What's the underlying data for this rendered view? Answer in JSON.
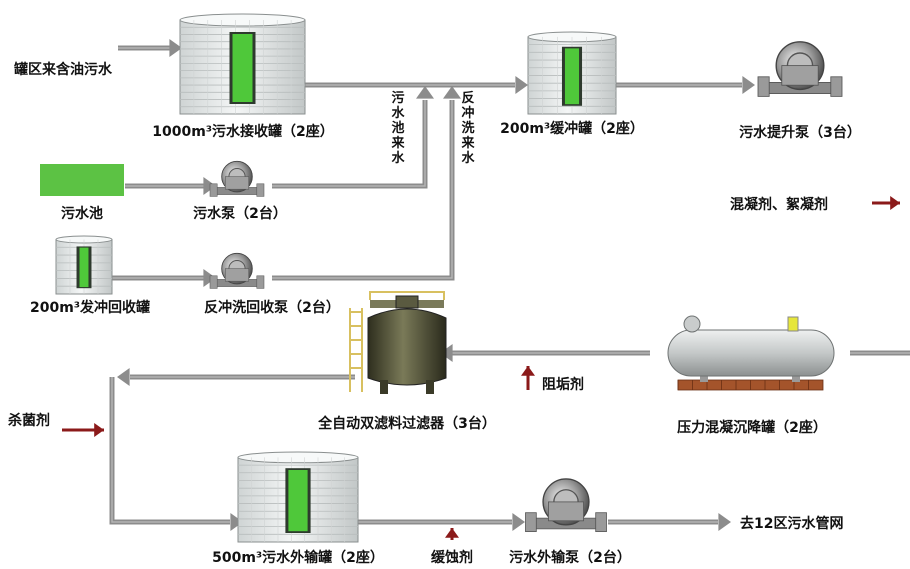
{
  "labels": {
    "source_inflow": "罐区来含油污水",
    "receive_tank": "1000m³污水接收罐（2座）",
    "sewage_pool": "污水池",
    "sewage_pump": "污水泵（2台）",
    "backwash_tank": "200m³发冲回收罐",
    "backwash_pump": "反冲洗回收泵（2台）",
    "buffer_tank": "200m³缓冲罐（2座）",
    "lift_pump": "污水提升泵（3台）",
    "coagulant": "混凝剂、絮凝剂",
    "pressure_tank": "压力混凝沉降罐（2座）",
    "filter": "全自动双滤料过滤器（3台）",
    "scale_inhibitor": "阻垢剂",
    "bactericide": "杀菌剂",
    "export_tank": "500m³污水外输罐（2座）",
    "corrosion_inhibitor": "缓蚀剂",
    "export_pump": "污水外输泵（2台）",
    "destination": "去12区污水管网",
    "pool_inflow_vertical": "污水池来水",
    "backwash_inflow_vertical": "反冲洗来水"
  },
  "colors": {
    "pipe": "#8c8c8c",
    "pipe_dark": "#6e6e6e",
    "chemical_arrow": "#8b1a1a",
    "pool_green": "#5cc244",
    "gauge_green": "#4fc83a",
    "tank_body": "#e9ecec",
    "tank_rib": "#b8bdbd",
    "pump_metal": "#7a7a7a",
    "pressure_tank": "#c9cccc",
    "skid": "#a4542b",
    "filter_body": "#4a4a32",
    "railing_yellow": "#d8c060",
    "cap_yellow": "#e6e63a"
  }
}
